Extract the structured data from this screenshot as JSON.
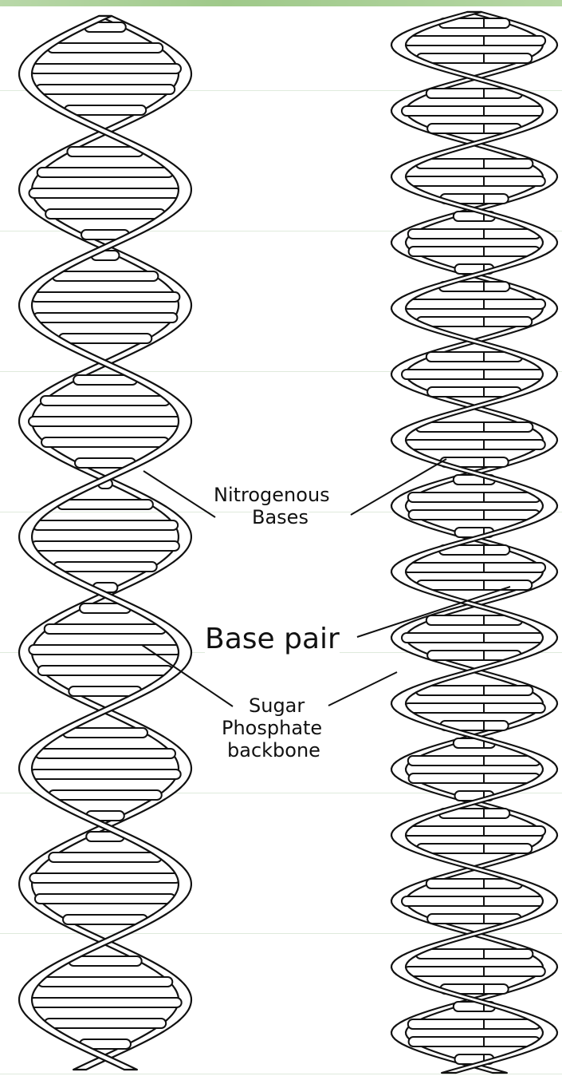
{
  "labels": {
    "nitrogenous_bases_line1": "Nitrogenous",
    "nitrogenous_bases_line2": "Bases",
    "base_pair": "Base pair",
    "backbone_line1": "Sugar",
    "backbone_line2": "Phosphate",
    "backbone_line3": "backbone"
  },
  "colors": {
    "stroke": "#111111",
    "ribbon_fill": "#ffffff",
    "background": "#ffffff",
    "top_band": "#a8d093"
  }
}
